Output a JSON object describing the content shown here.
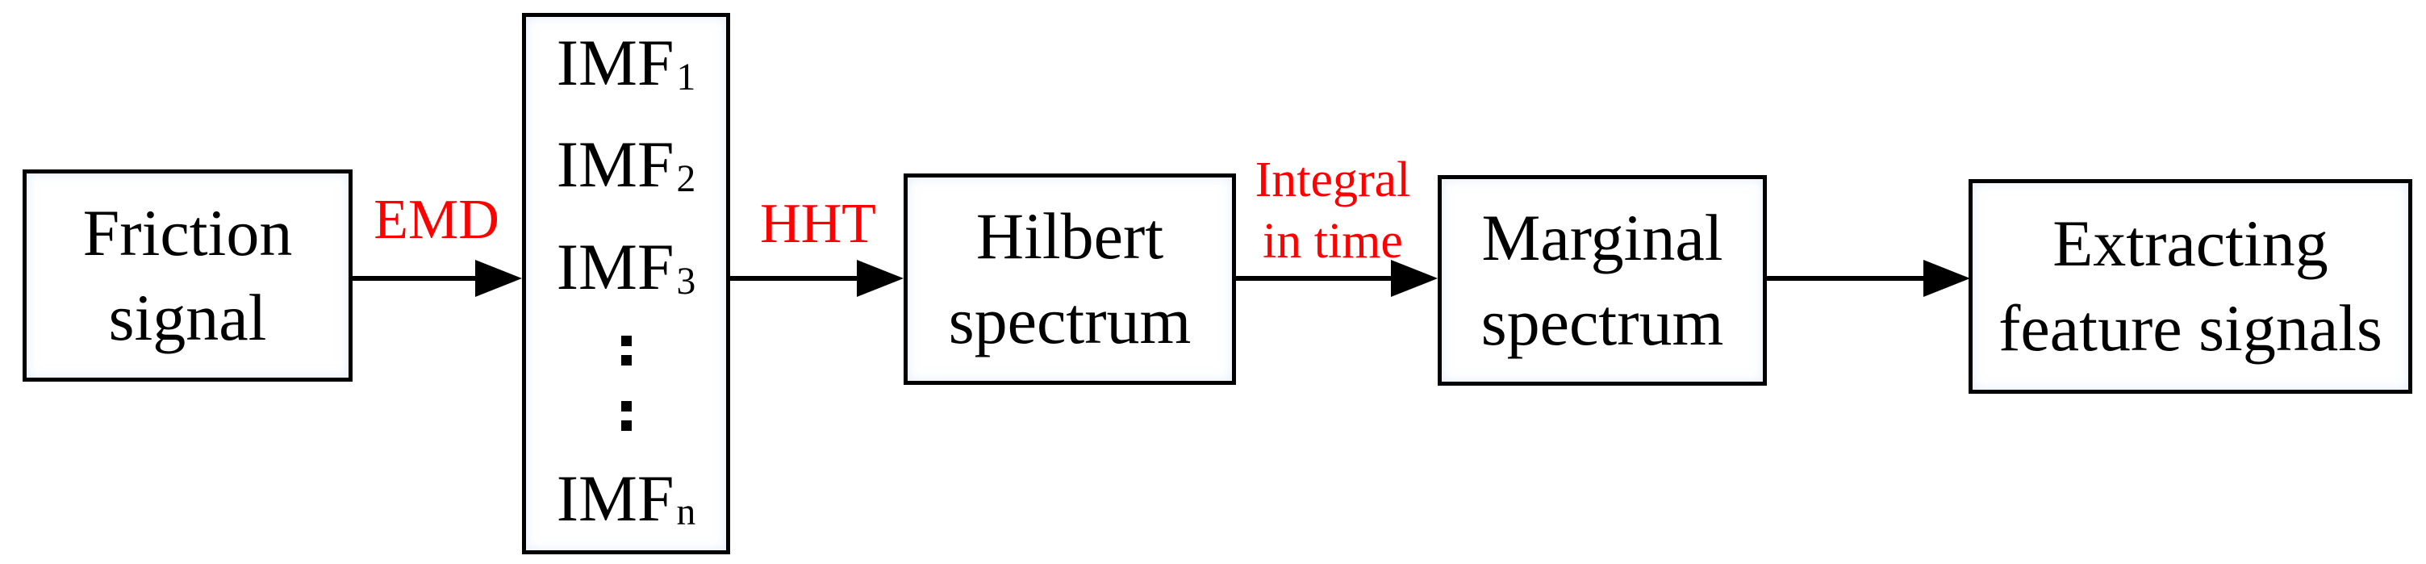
{
  "colors": {
    "accent_red": "#ff0000",
    "line_black": "#000000",
    "background": "#ffffff"
  },
  "boxes": {
    "friction": {
      "line1": "Friction",
      "line2": "signal"
    },
    "imf": {
      "item1": {
        "base": "IMF",
        "sub": "1"
      },
      "item2": {
        "base": "IMF",
        "sub": "2"
      },
      "item3": {
        "base": "IMF",
        "sub": "3"
      },
      "item_n": {
        "base": "IMF",
        "sub": "n"
      }
    },
    "hilbert": {
      "line1": "Hilbert",
      "line2": "spectrum"
    },
    "marginal": {
      "line1": "Marginal",
      "line2": "spectrum"
    },
    "extracting": {
      "line1": "Extracting",
      "line2": "feature signals"
    }
  },
  "arrow_labels": {
    "emd": "EMD",
    "hht": "HHT",
    "integral_line1": "Integral",
    "integral_line2": "in time"
  }
}
